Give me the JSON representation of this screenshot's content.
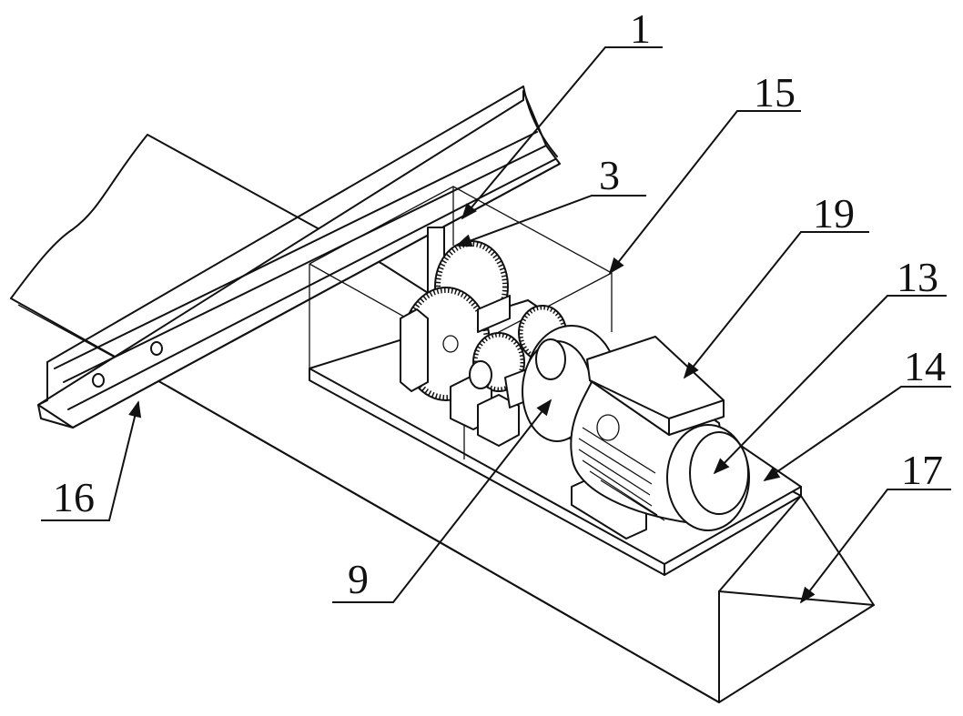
{
  "labels": {
    "l1": "1",
    "l15": "15",
    "l3": "3",
    "l19": "19",
    "l13": "13",
    "l14": "14",
    "l17": "17",
    "l16": "16",
    "l9": "9"
  },
  "colors": {
    "line": "#111111",
    "background": "#ffffff"
  }
}
